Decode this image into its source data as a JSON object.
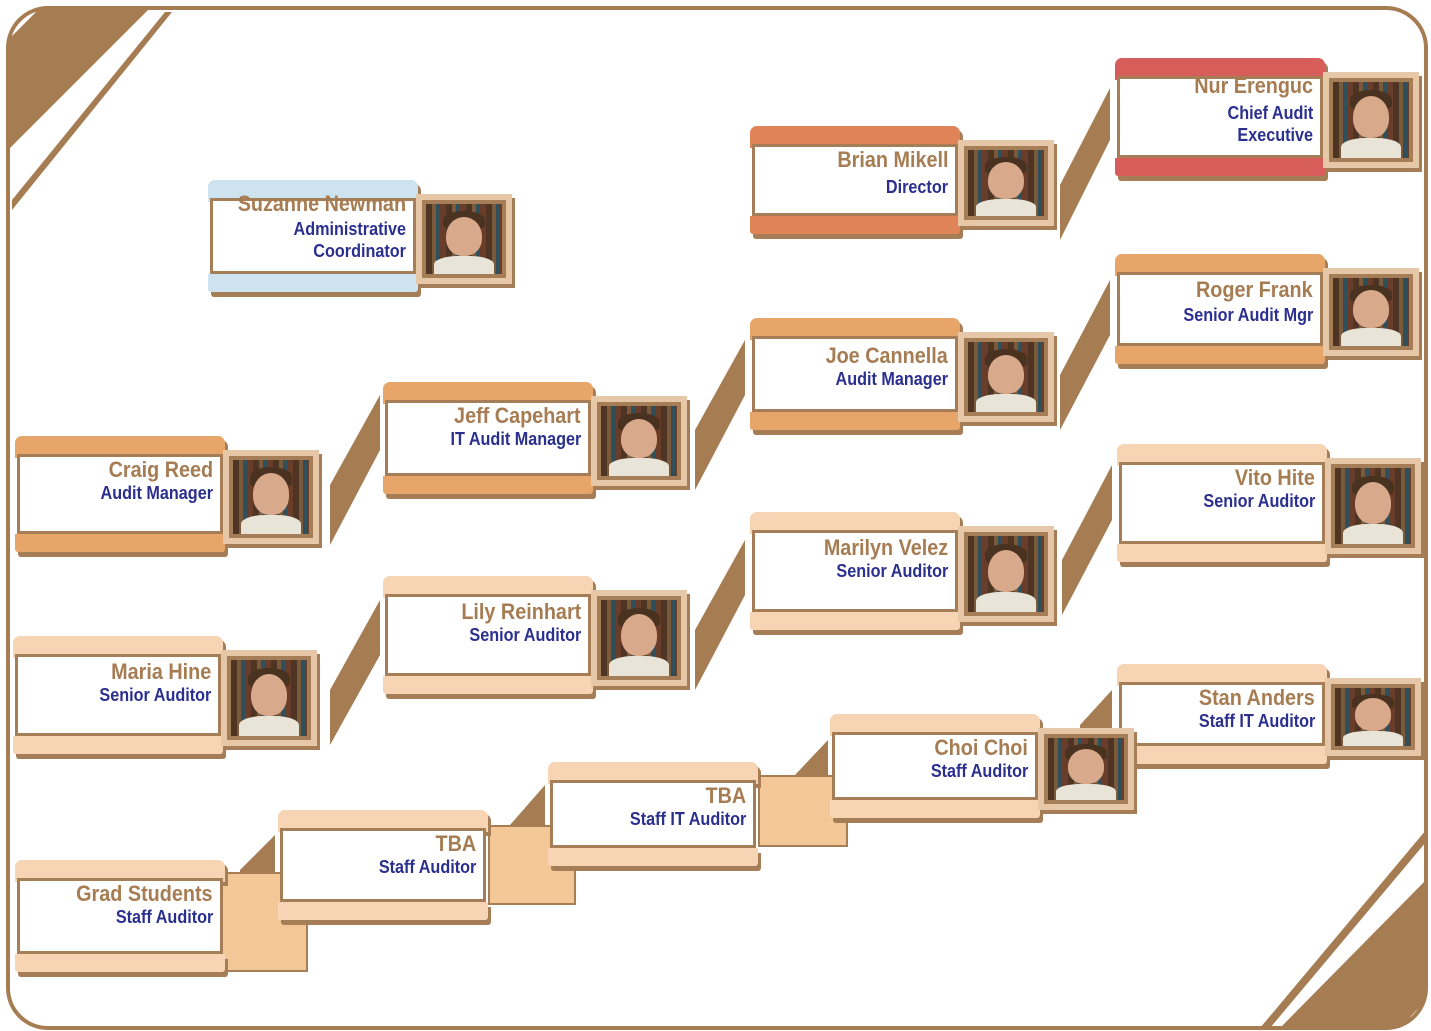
{
  "colors": {
    "frame": "#a67c52",
    "accent_dark": "#e08458",
    "accent_mid": "#e7a56a",
    "accent_light": "#f6d4b4",
    "accent_red": "#d65d5a",
    "accent_blue": "#cde3ef",
    "name_text": "#a67c52",
    "title_text": "#2b2f8e"
  },
  "people": [
    {
      "name": "Nur Erenguc",
      "title": "Chief Audit Executive",
      "title_lines": [
        "Chief Audit",
        "Executive"
      ],
      "photo": "portrait-photo"
    },
    {
      "name": "Brian Mikell",
      "title": "Director",
      "photo": "portrait-photo"
    },
    {
      "name": "Suzanne Newman",
      "title": "Administrative Coordinator",
      "title_lines": [
        "Administrative",
        "Coordinator"
      ],
      "photo": "portrait-photo"
    },
    {
      "name": "Roger Frank",
      "title": "Senior Audit Mgr",
      "photo": "portrait-photo"
    },
    {
      "name": "Joe  Cannella",
      "title": "Audit Manager",
      "photo": "portrait-photo"
    },
    {
      "name": "Jeff Capehart",
      "title": "IT Audit Manager",
      "photo": "portrait-photo"
    },
    {
      "name": "Craig Reed",
      "title": "Audit Manager",
      "photo": "portrait-photo"
    },
    {
      "name": "Vito Hite",
      "title": "Senior Auditor",
      "photo": "portrait-photo"
    },
    {
      "name": "Marilyn Velez",
      "title": "Senior Auditor",
      "photo": "portrait-photo"
    },
    {
      "name": "Lily Reinhart",
      "title": "Senior Auditor",
      "photo": "portrait-photo"
    },
    {
      "name": "Maria Hine",
      "title": "Senior Auditor",
      "photo": "portrait-photo"
    },
    {
      "name": "Stan Anders",
      "title": "Staff IT Auditor",
      "photo": "portrait-photo"
    },
    {
      "name": "Choi Choi",
      "title": "Staff Auditor",
      "photo": "portrait-photo"
    },
    {
      "name": "TBA",
      "title": "Staff IT Auditor"
    },
    {
      "name": "TBA",
      "title": "Staff Auditor"
    },
    {
      "name": "Grad Students",
      "title": "Staff Auditor"
    }
  ]
}
